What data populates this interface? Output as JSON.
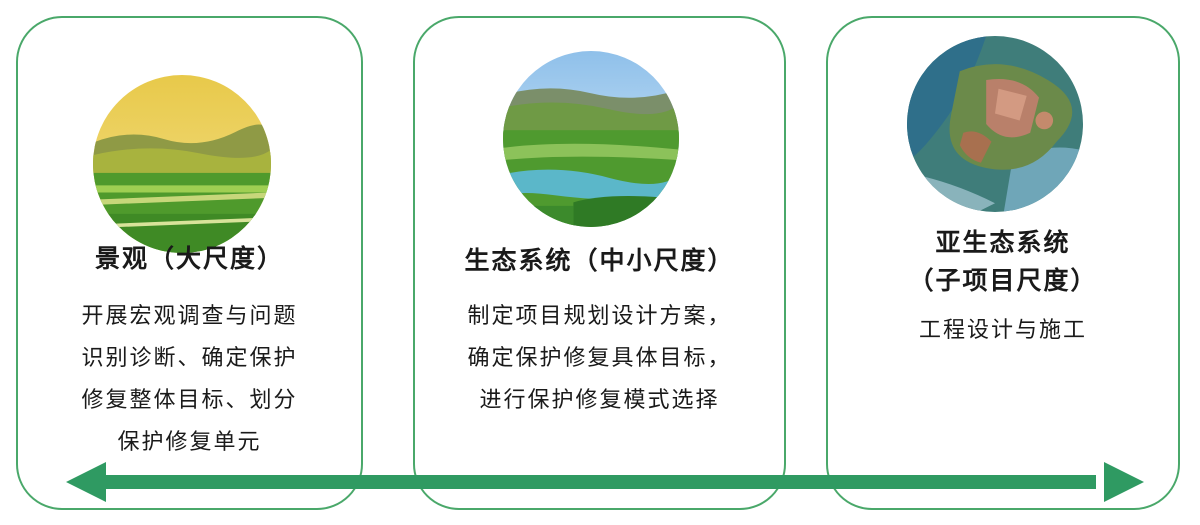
{
  "cards": [
    {
      "title": "景观（大尺度）",
      "image": "grassland-landscape",
      "lines": [
        "开展宏观调查与问题",
        "识别诊断、确定保护",
        "修复整体目标、划分",
        "保护修复单元"
      ]
    },
    {
      "title": "生态系统（中小尺度）",
      "image": "river-valley-ecosystem",
      "lines": [
        "制定项目规划设计方案，",
        "确定保护修复具体目标，",
        "进行保护修复模式选择"
      ]
    },
    {
      "title": "亚生态系统",
      "title2": "（子项目尺度）",
      "image": "aerial-project-site",
      "lines": [
        "工程设计与施工"
      ]
    }
  ],
  "colors": {
    "card_border": "#4aa86a",
    "arrow": "#2f9a62"
  }
}
